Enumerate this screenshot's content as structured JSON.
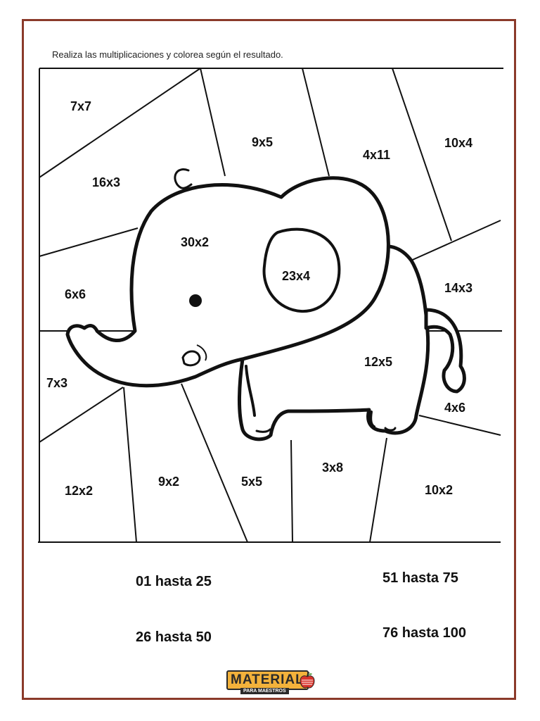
{
  "instruction": "Realiza las multiplicaciones y colorea según el resultado.",
  "problems": {
    "p1": "7x7",
    "p2": "9x5",
    "p3": "4x11",
    "p4": "10x4",
    "p5": "16x3",
    "p6": "30x2",
    "p7": "23x4",
    "p8": "6x6",
    "p9": "14x3",
    "p10": "12x5",
    "p11": "7x3",
    "p12": "4x6",
    "p13": "3x8",
    "p14": "12x2",
    "p15": "9x2",
    "p16": "5x5",
    "p17": "10x2"
  },
  "legend": {
    "range1": "01 hasta 25",
    "range2": "51 hasta 75",
    "range3": "26 hasta 50",
    "range4": "76 hasta 100"
  },
  "logo": {
    "word": "MATERIAL",
    "sub": "PARA MAESTROS",
    "icon": "apple-icon",
    "colors": {
      "badge": "#f3b23b",
      "apple": "#d8332b"
    }
  },
  "colors": {
    "border": "#8b3a2a",
    "ink": "#111111"
  }
}
